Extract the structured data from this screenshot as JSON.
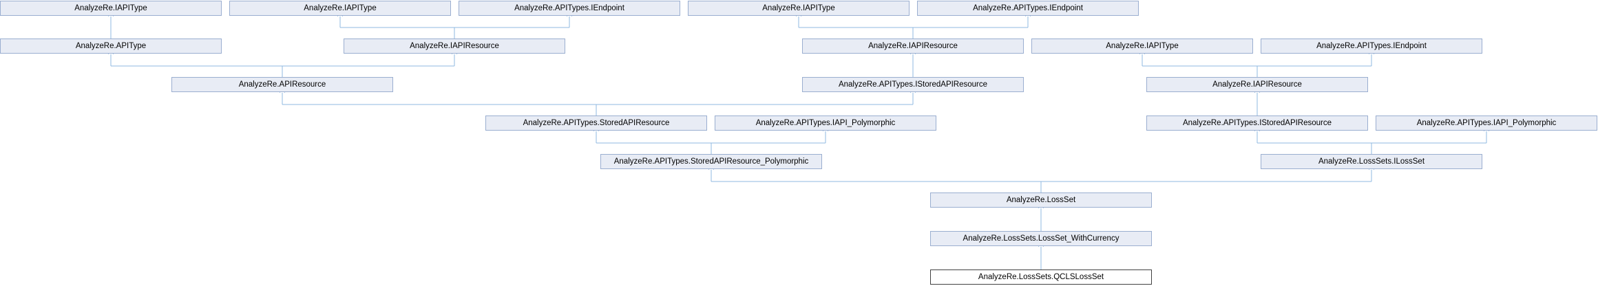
{
  "nodes": {
    "n_iapitype_1": "AnalyzeRe.IAPIType",
    "n_iapitype_2": "AnalyzeRe.IAPIType",
    "n_iendpoint_1": "AnalyzeRe.APITypes.IEndpoint",
    "n_iapitype_3": "AnalyzeRe.IAPIType",
    "n_iendpoint_2": "AnalyzeRe.APITypes.IEndpoint",
    "n_apitype": "AnalyzeRe.APIType",
    "n_iapiresource_1": "AnalyzeRe.IAPIResource",
    "n_iapiresource_2": "AnalyzeRe.IAPIResource",
    "n_iapitype_4": "AnalyzeRe.IAPIType",
    "n_iendpoint_3": "AnalyzeRe.APITypes.IEndpoint",
    "n_apiresource": "AnalyzeRe.APIResource",
    "n_istored_1": "AnalyzeRe.APITypes.IStoredAPIResource",
    "n_iapiresource_3": "AnalyzeRe.IAPIResource",
    "n_stored": "AnalyzeRe.APITypes.StoredAPIResource",
    "n_ipoly_1": "AnalyzeRe.APITypes.IAPI_Polymorphic",
    "n_istored_2": "AnalyzeRe.APITypes.IStoredAPIResource",
    "n_ipoly_2": "AnalyzeRe.APITypes.IAPI_Polymorphic",
    "n_storedpoly": "AnalyzeRe.APITypes.StoredAPIResource_Polymorphic",
    "n_ilossset": "AnalyzeRe.LossSets.ILossSet",
    "n_lossset": "AnalyzeRe.LossSet",
    "n_withcurrency": "AnalyzeRe.LossSets.LossSet_WithCurrency",
    "n_qcls": "AnalyzeRe.LossSets.QCLSLossSet"
  },
  "colors": {
    "node_fill": "#e8ecf5",
    "node_border": "#9aaed0",
    "current_node_border": "#404040",
    "edge": "#8fb8e0"
  }
}
